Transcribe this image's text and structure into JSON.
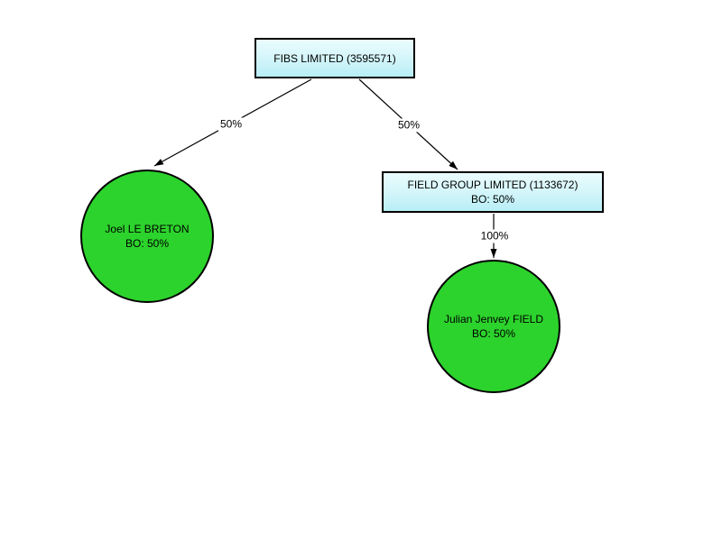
{
  "diagram": {
    "type": "ownership-tree",
    "background_color": "#ffffff",
    "colors": {
      "company_fill_top": "#eafcfe",
      "company_fill_bottom": "#b8eef6",
      "person_fill": "#2cd32c",
      "node_border": "#000000",
      "edge_stroke": "#000000",
      "text": "#000000"
    },
    "nodes": {
      "root_company": {
        "label": "FIBS LIMITED (3595571)",
        "shape": "box"
      },
      "sub_company": {
        "label": "FIELD GROUP LIMITED (1133672)",
        "sublabel": "BO: 50%",
        "shape": "box"
      },
      "person_left": {
        "label": "Joel LE BRETON",
        "sublabel": "BO: 50%",
        "shape": "circle"
      },
      "person_right": {
        "label": "Julian Jenvey FIELD",
        "sublabel": "BO: 50%",
        "shape": "circle"
      }
    },
    "edges": [
      {
        "from": "root_company",
        "to": "person_left",
        "label": "50%"
      },
      {
        "from": "root_company",
        "to": "sub_company",
        "label": "50%"
      },
      {
        "from": "sub_company",
        "to": "person_right",
        "label": "100%"
      }
    ]
  }
}
